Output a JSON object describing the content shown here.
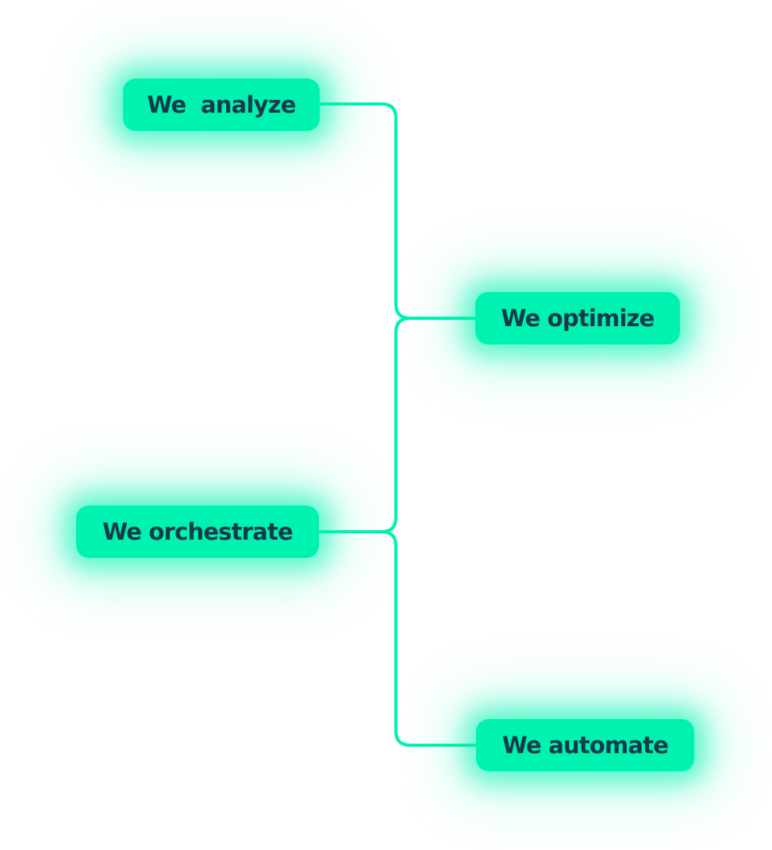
{
  "diagram": {
    "accent_color": "#00f2b0",
    "text_color": "#153a4a",
    "nodes": [
      {
        "id": "analyze",
        "label": "We  analyze"
      },
      {
        "id": "optimize",
        "label": "We optimize"
      },
      {
        "id": "orchestrate",
        "label": "We orchestrate"
      },
      {
        "id": "automate",
        "label": "We automate"
      }
    ],
    "connections": [
      {
        "from": "analyze",
        "to": "optimize"
      },
      {
        "from": "optimize",
        "to": "orchestrate"
      },
      {
        "from": "orchestrate",
        "to": "automate"
      }
    ]
  }
}
